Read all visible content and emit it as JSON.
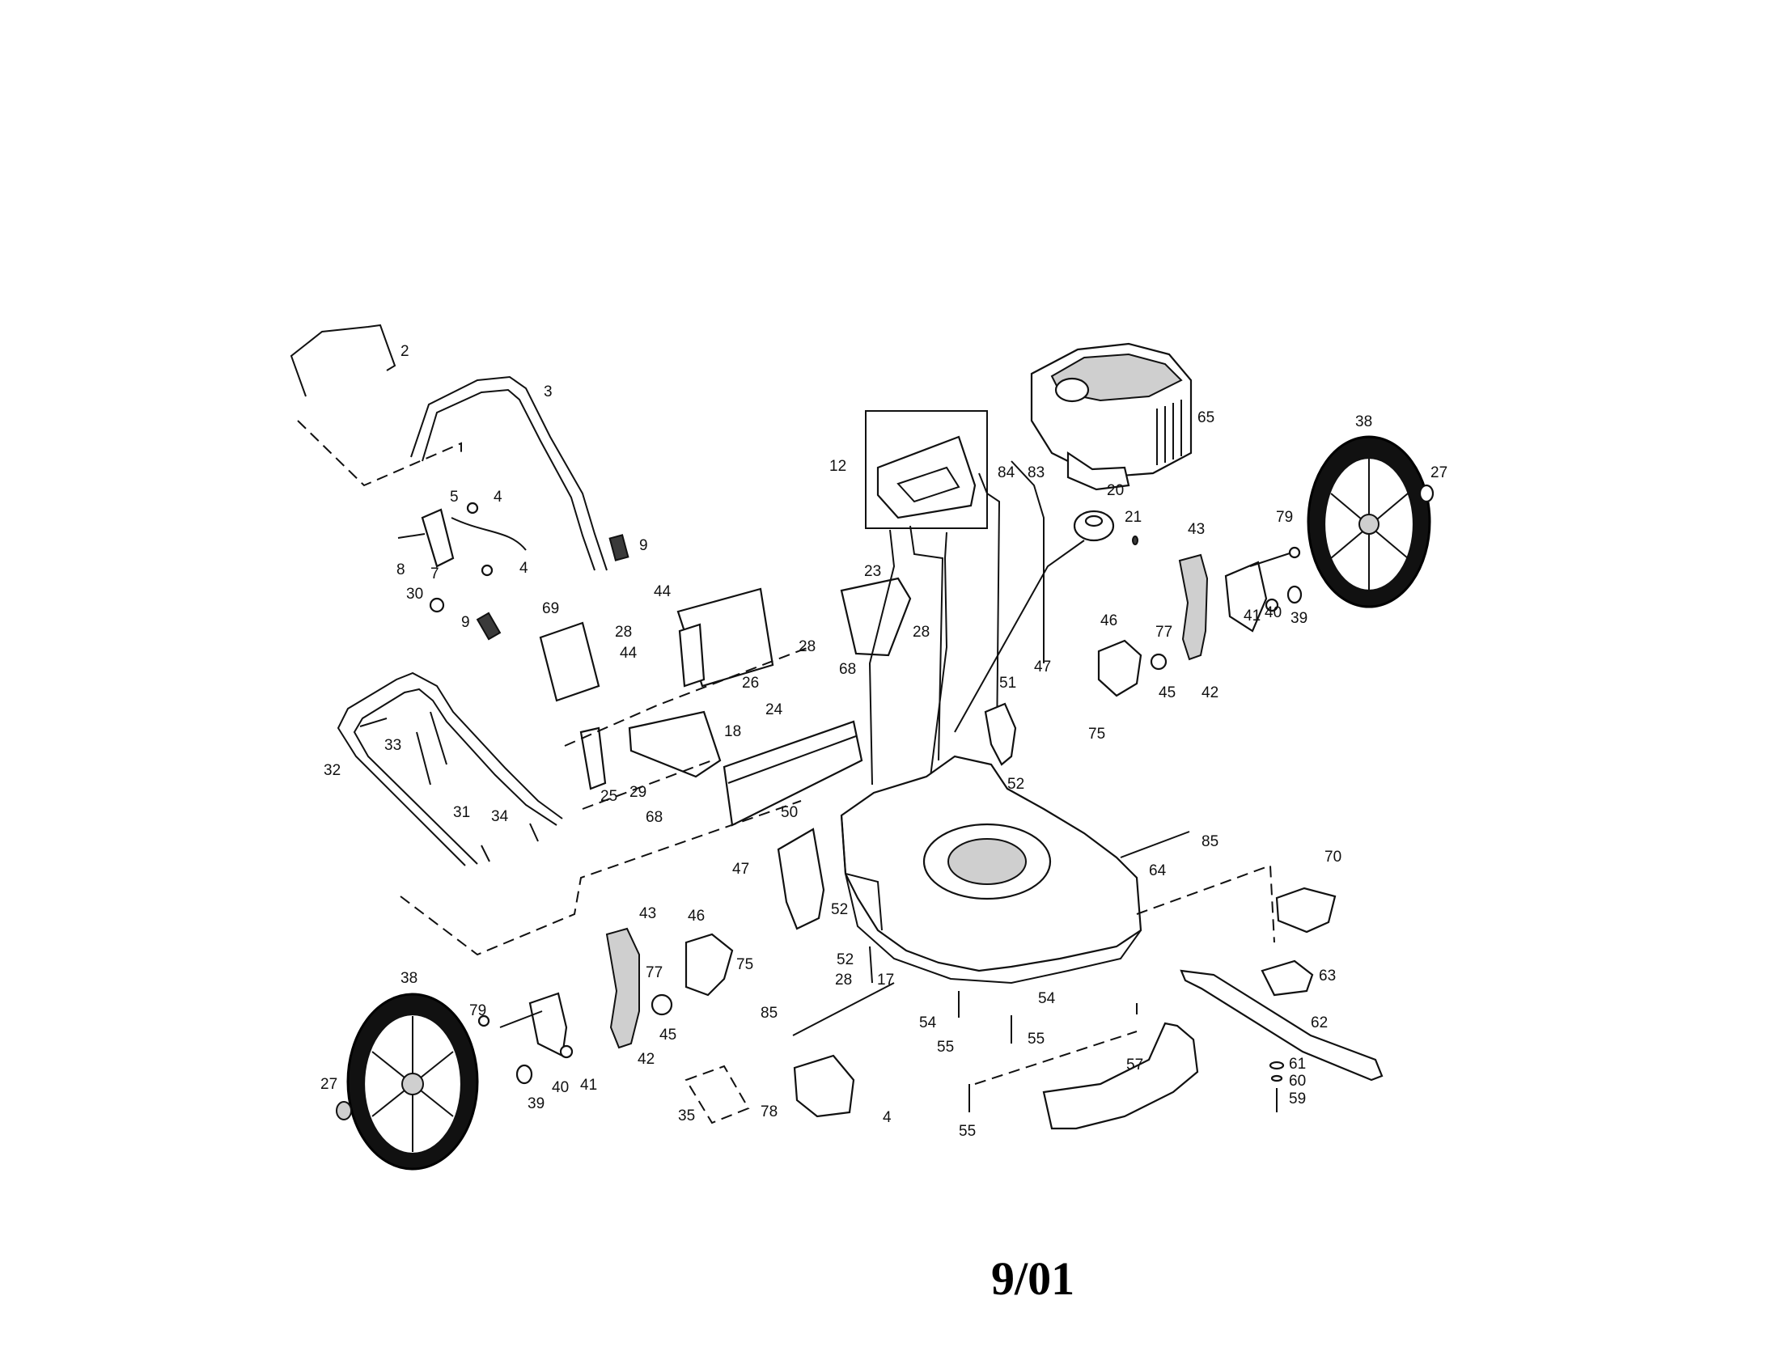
{
  "diagram": {
    "date_code": "9/01",
    "parts": [
      {
        "id": "p2",
        "label": "2"
      },
      {
        "id": "p3",
        "label": "3"
      },
      {
        "id": "p4a",
        "label": "4"
      },
      {
        "id": "p4b",
        "label": "4"
      },
      {
        "id": "p4c",
        "label": "4"
      },
      {
        "id": "p5",
        "label": "5"
      },
      {
        "id": "p7",
        "label": "7"
      },
      {
        "id": "p8",
        "label": "8"
      },
      {
        "id": "p9a",
        "label": "9"
      },
      {
        "id": "p9b",
        "label": "9"
      },
      {
        "id": "p12",
        "label": "12"
      },
      {
        "id": "p17",
        "label": "17"
      },
      {
        "id": "p18",
        "label": "18"
      },
      {
        "id": "p20",
        "label": "20"
      },
      {
        "id": "p21",
        "label": "21"
      },
      {
        "id": "p23",
        "label": "23"
      },
      {
        "id": "p24",
        "label": "24"
      },
      {
        "id": "p25",
        "label": "25"
      },
      {
        "id": "p26",
        "label": "26"
      },
      {
        "id": "p27a",
        "label": "27"
      },
      {
        "id": "p27b",
        "label": "27"
      },
      {
        "id": "p28a",
        "label": "28"
      },
      {
        "id": "p28b",
        "label": "28"
      },
      {
        "id": "p28c",
        "label": "28"
      },
      {
        "id": "p28d",
        "label": "28"
      },
      {
        "id": "p29",
        "label": "29"
      },
      {
        "id": "p30",
        "label": "30"
      },
      {
        "id": "p31",
        "label": "31"
      },
      {
        "id": "p32",
        "label": "32"
      },
      {
        "id": "p33",
        "label": "33"
      },
      {
        "id": "p34",
        "label": "34"
      },
      {
        "id": "p35",
        "label": "35"
      },
      {
        "id": "p38a",
        "label": "38"
      },
      {
        "id": "p38b",
        "label": "38"
      },
      {
        "id": "p39a",
        "label": "39"
      },
      {
        "id": "p39b",
        "label": "39"
      },
      {
        "id": "p40a",
        "label": "40"
      },
      {
        "id": "p40b",
        "label": "40"
      },
      {
        "id": "p41a",
        "label": "41"
      },
      {
        "id": "p41b",
        "label": "41"
      },
      {
        "id": "p42a",
        "label": "42"
      },
      {
        "id": "p42b",
        "label": "42"
      },
      {
        "id": "p43a",
        "label": "43"
      },
      {
        "id": "p43b",
        "label": "43"
      },
      {
        "id": "p44a",
        "label": "44"
      },
      {
        "id": "p44b",
        "label": "44"
      },
      {
        "id": "p45a",
        "label": "45"
      },
      {
        "id": "p45b",
        "label": "45"
      },
      {
        "id": "p46a",
        "label": "46"
      },
      {
        "id": "p46b",
        "label": "46"
      },
      {
        "id": "p47a",
        "label": "47"
      },
      {
        "id": "p47b",
        "label": "47"
      },
      {
        "id": "p50",
        "label": "50"
      },
      {
        "id": "p51",
        "label": "51"
      },
      {
        "id": "p52a",
        "label": "52"
      },
      {
        "id": "p52b",
        "label": "52"
      },
      {
        "id": "p52c",
        "label": "52"
      },
      {
        "id": "p54a",
        "label": "54"
      },
      {
        "id": "p54b",
        "label": "54"
      },
      {
        "id": "p55a",
        "label": "55"
      },
      {
        "id": "p55b",
        "label": "55"
      },
      {
        "id": "p55c",
        "label": "55"
      },
      {
        "id": "p57",
        "label": "57"
      },
      {
        "id": "p59",
        "label": "59"
      },
      {
        "id": "p60",
        "label": "60"
      },
      {
        "id": "p61",
        "label": "61"
      },
      {
        "id": "p62",
        "label": "62"
      },
      {
        "id": "p63",
        "label": "63"
      },
      {
        "id": "p64",
        "label": "64"
      },
      {
        "id": "p65",
        "label": "65"
      },
      {
        "id": "p68a",
        "label": "68"
      },
      {
        "id": "p68b",
        "label": "68"
      },
      {
        "id": "p69",
        "label": "69"
      },
      {
        "id": "p70",
        "label": "70"
      },
      {
        "id": "p75a",
        "label": "75"
      },
      {
        "id": "p75b",
        "label": "75"
      },
      {
        "id": "p77a",
        "label": "77"
      },
      {
        "id": "p77b",
        "label": "77"
      },
      {
        "id": "p78",
        "label": "78"
      },
      {
        "id": "p79a",
        "label": "79"
      },
      {
        "id": "p79b",
        "label": "79"
      },
      {
        "id": "p83",
        "label": "83"
      },
      {
        "id": "p84",
        "label": "84"
      },
      {
        "id": "p85a",
        "label": "85"
      },
      {
        "id": "p85b",
        "label": "85"
      }
    ]
  }
}
